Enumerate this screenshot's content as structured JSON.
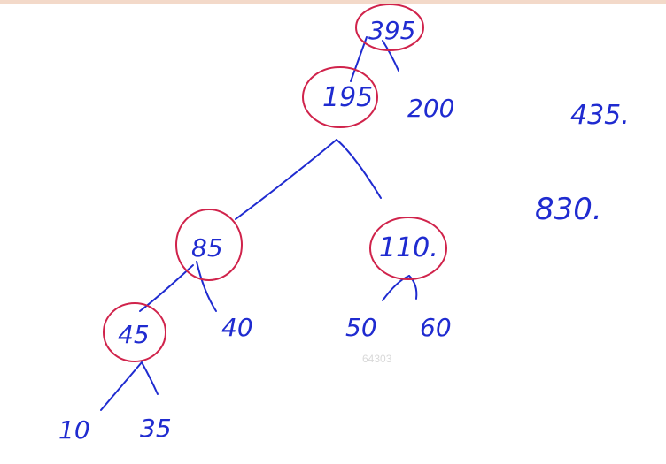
{
  "tree": {
    "nodes": {
      "root": "395",
      "n195": "195",
      "n200": "200",
      "n85": "85",
      "n110": "110.",
      "n45": "45",
      "n40": "40",
      "n50": "50",
      "n60": "60",
      "n10": "10",
      "n35": "35"
    },
    "side_notes": {
      "note_435": "435.",
      "note_830": "830."
    }
  },
  "watermark": "64303",
  "colors": {
    "ink": "#1f2bd0",
    "circle": "#d0234b",
    "top_bar": "#f3d9c9",
    "watermark": "#d9d9d9"
  }
}
